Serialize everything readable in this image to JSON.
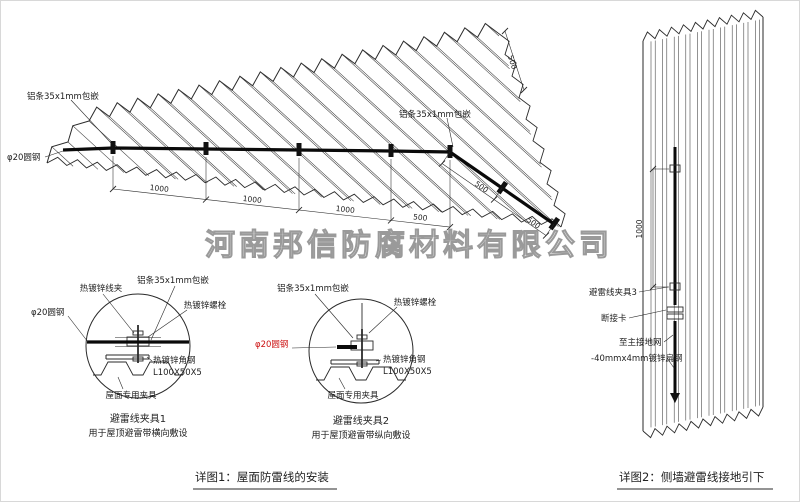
{
  "watermark": "河南邦信防腐材料有限公司",
  "roof": {
    "label_strip_left": "铝条35x1mm包嵌",
    "label_strip_right": "铝条35x1mm包嵌",
    "label_round_steel": "φ20圆钢",
    "dims_run": [
      "1000",
      "1000",
      "1000",
      "500"
    ],
    "dims_slope": [
      "500",
      "500"
    ],
    "dim_gable": "500"
  },
  "detail1": {
    "labels": {
      "wire_clamp": "热镀锌线夹",
      "strip": "铝条35x1mm包嵌",
      "bolt": "热镀锌螺栓",
      "round_steel": "φ20圆钢",
      "angle_steel": "热镀锌角钢",
      "angle_size": "L100X50X5",
      "roof_clamp": "屋面专用夹具"
    },
    "title": "避雷线夹具1",
    "subtitle": "用于屋顶避雷带横向敷设"
  },
  "detail2": {
    "labels": {
      "strip": "铝条35x1mm包嵌",
      "bolt": "热镀锌螺栓",
      "round_steel": "φ20圆钢",
      "angle_steel": "热镀锌角钢",
      "angle_size": "L100X50X5",
      "roof_clamp": "屋面专用夹具"
    },
    "title": "避雷线夹具2",
    "subtitle": "用于屋顶避雷带纵向敷设"
  },
  "wall": {
    "labels": {
      "clamp3": "避雷线夹具3",
      "disconnect": "断接卡",
      "to_ground": "至主接地网",
      "flat_steel": "-40mmx4mm镀锌扁钢"
    },
    "dim": "1000"
  },
  "captions": {
    "detail1": "详图1：屋面防雷线的安装",
    "detail2": "详图2：侧墙避雷线接地引下"
  },
  "colors": {
    "line": "#2a2a2a",
    "wire": "#0a0a0a",
    "red": "#cc1111",
    "watermark": "#9a9a9a"
  }
}
